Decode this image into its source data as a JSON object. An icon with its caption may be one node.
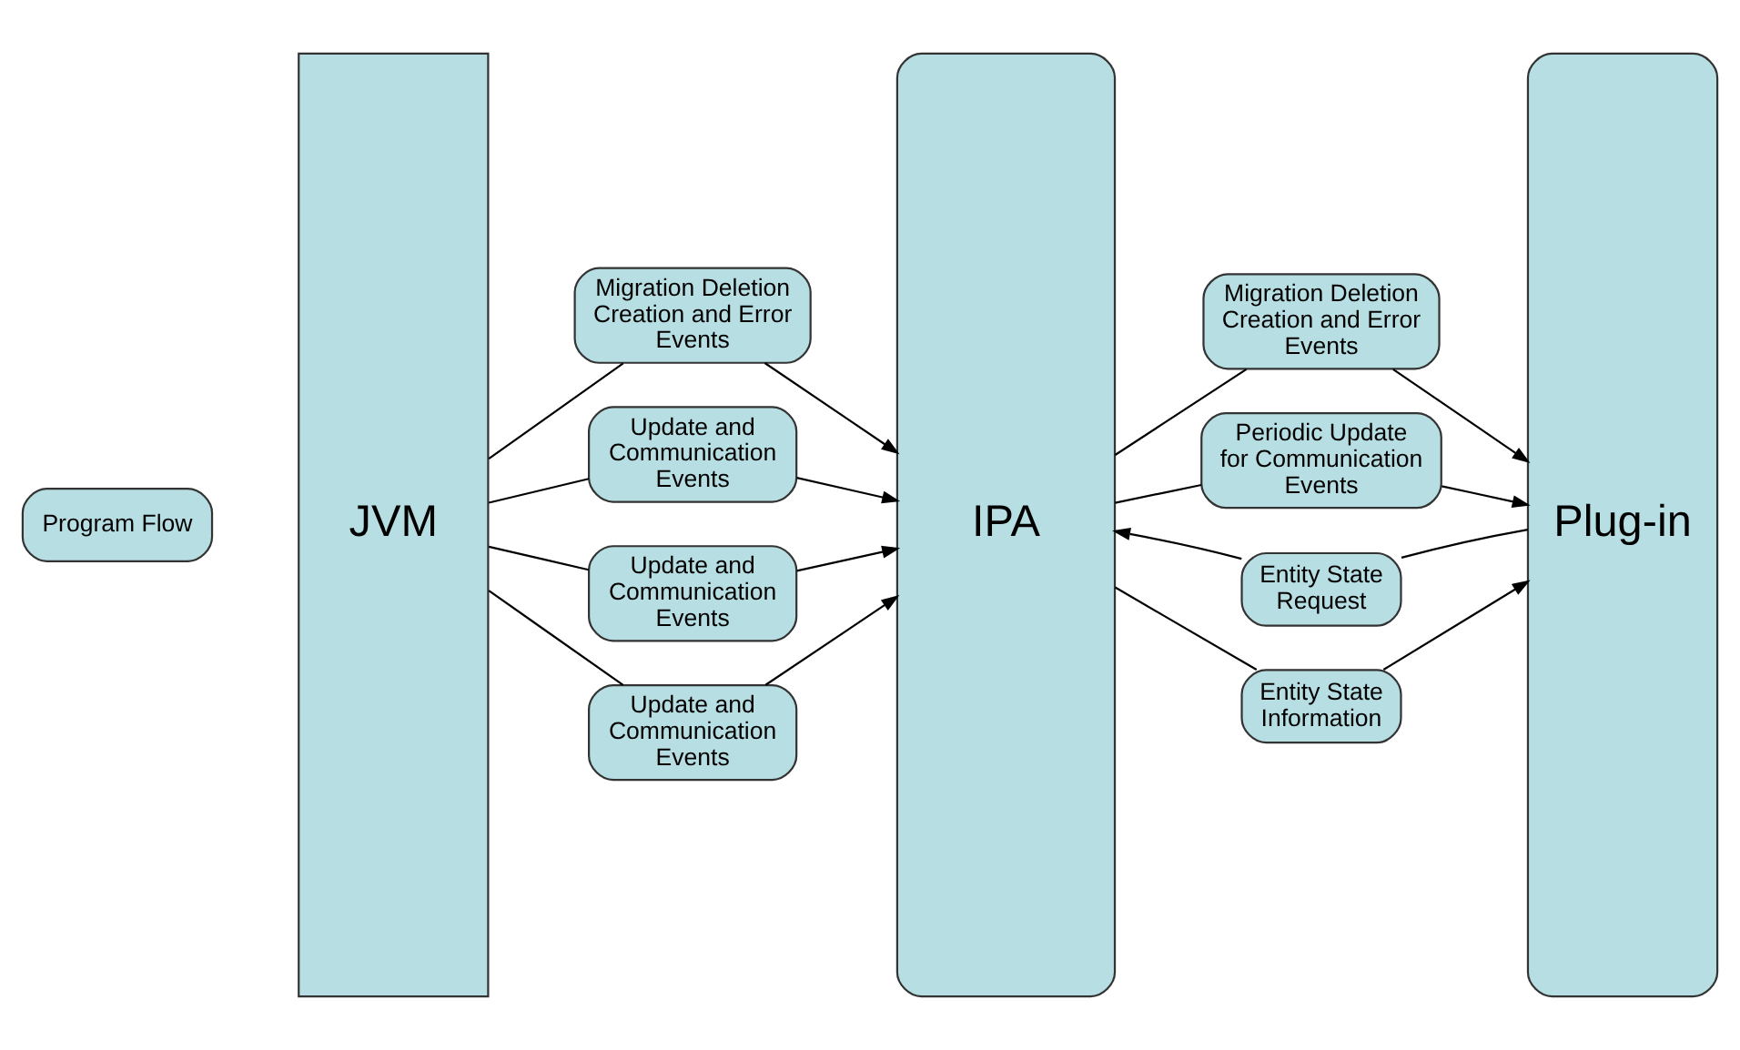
{
  "diagram": {
    "nodes": [
      {
        "text": [
          "Program Flow"
        ]
      },
      {
        "text": [
          "JVM"
        ]
      },
      {
        "text": [
          "IPA"
        ]
      },
      {
        "text": [
          "Plug-in"
        ]
      },
      {
        "text": [
          "Migration Deletion Creation and Error Events"
        ]
      },
      {
        "text": [
          "Update and Communication Events"
        ]
      },
      {
        "text": [
          "Update and Communication Events"
        ]
      },
      {
        "text": [
          "Update and Communication Events"
        ]
      },
      {
        "text": [
          "Migration Deletion Creation and Error Events"
        ]
      },
      {
        "text": [
          "Periodic Update for Communication Events"
        ]
      },
      {
        "text": [
          "Entity State Request"
        ]
      },
      {
        "text": [
          "Entity State Information"
        ]
      }
    ],
    "edges": [
      {
        "from": 1,
        "to": 4,
        "arrow": "none"
      },
      {
        "from": 4,
        "to": 2,
        "arrow": "to"
      },
      {
        "from": 1,
        "to": 5,
        "arrow": "none"
      },
      {
        "from": 5,
        "to": 2,
        "arrow": "to"
      },
      {
        "from": 1,
        "to": 6,
        "arrow": "none"
      },
      {
        "from": 6,
        "to": 2,
        "arrow": "to"
      },
      {
        "from": 1,
        "to": 7,
        "arrow": "none"
      },
      {
        "from": 7,
        "to": 2,
        "arrow": "to"
      },
      {
        "from": 2,
        "to": 8,
        "arrow": "none"
      },
      {
        "from": 8,
        "to": 3,
        "arrow": "to"
      },
      {
        "from": 2,
        "to": 9,
        "arrow": "none"
      },
      {
        "from": 9,
        "to": 3,
        "arrow": "to"
      },
      {
        "from": 3,
        "to": 10,
        "arrow": "none"
      },
      {
        "from": 10,
        "to": 2,
        "arrow": "to"
      },
      {
        "from": 2,
        "to": 11,
        "arrow": "none"
      },
      {
        "from": 11,
        "to": 3,
        "arrow": "to"
      }
    ]
  }
}
